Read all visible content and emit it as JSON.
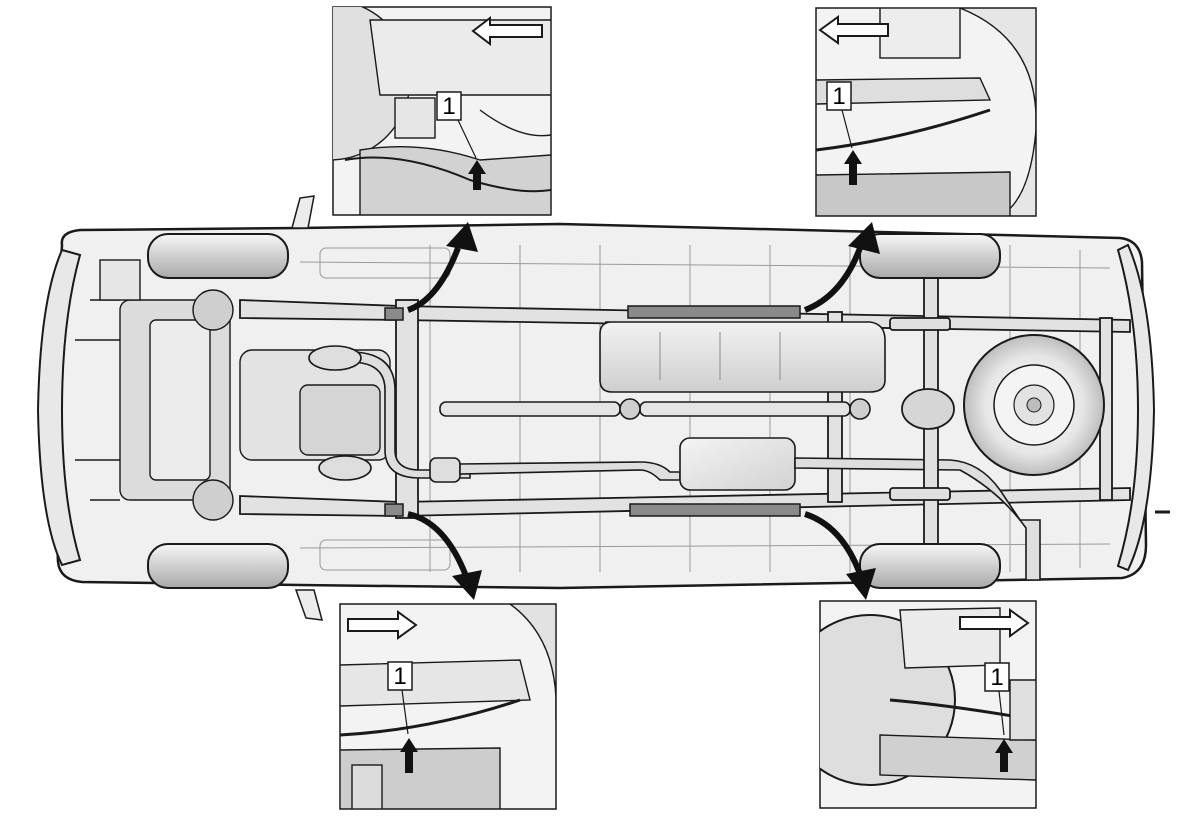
{
  "diagram": {
    "detail_views": [
      {
        "id": "front-left",
        "callout": "1",
        "direction_arrow": "left"
      },
      {
        "id": "rear-left",
        "callout": "1",
        "direction_arrow": "left"
      },
      {
        "id": "front-right",
        "callout": "1",
        "direction_arrow": "right"
      },
      {
        "id": "rear-right",
        "callout": "1",
        "direction_arrow": "right"
      }
    ],
    "colors": {
      "outline": "#1a1a1a",
      "body_fill": "#f0f0f0",
      "tire_fill": "#d9d9d9",
      "marker_fill": "#8a8a8a",
      "arrow_fill": "#111111"
    }
  }
}
